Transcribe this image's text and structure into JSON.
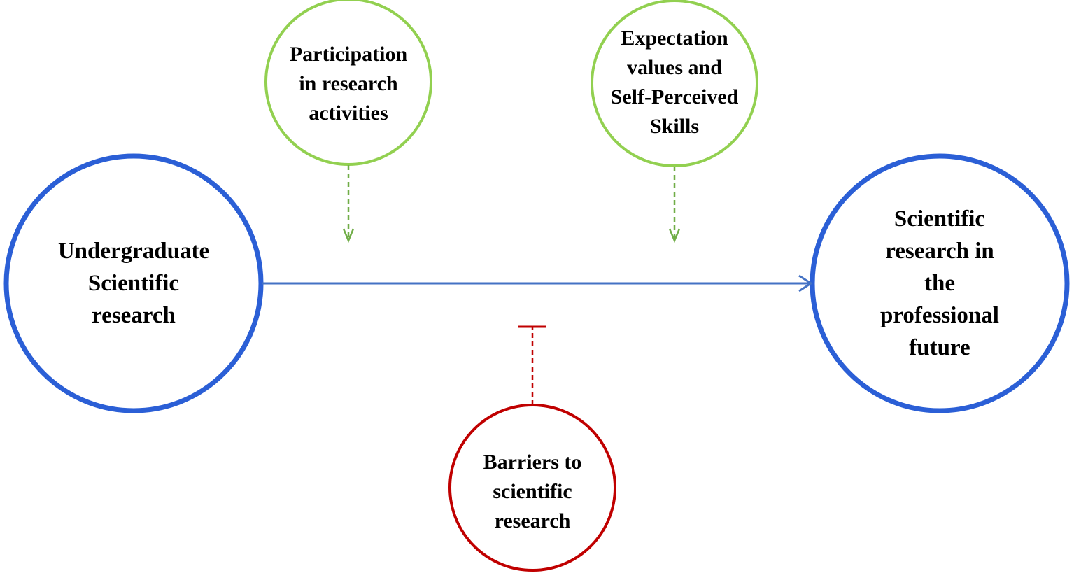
{
  "colors": {
    "main_circle": "#2b5fd6",
    "moderator_circle": "#92d050",
    "barrier_circle": "#c00000",
    "main_arrow": "#4472c4",
    "moderator_arrow": "#70ad47",
    "barrier_line": "#c00000",
    "text": "#000000"
  },
  "nodes": {
    "undergraduate": {
      "lines": [
        "Undergraduate",
        "Scientific",
        "research"
      ]
    },
    "professional": {
      "lines": [
        "Scientific",
        "research in",
        "the",
        "professional",
        "future"
      ]
    },
    "participation": {
      "lines": [
        "Participation",
        "in research",
        "activities"
      ]
    },
    "expectation": {
      "lines": [
        "Expectation",
        "values and",
        "Self-Perceived",
        "Skills"
      ]
    },
    "barriers": {
      "lines": [
        "Barriers to",
        "scientific",
        "research"
      ]
    }
  },
  "edges": [
    {
      "from": "undergraduate",
      "to": "professional",
      "kind": "main-effect"
    },
    {
      "from": "participation",
      "to": "main-effect",
      "kind": "positive-moderation"
    },
    {
      "from": "expectation",
      "to": "main-effect",
      "kind": "positive-moderation"
    },
    {
      "from": "barriers",
      "to": "main-effect",
      "kind": "inhibition"
    }
  ]
}
